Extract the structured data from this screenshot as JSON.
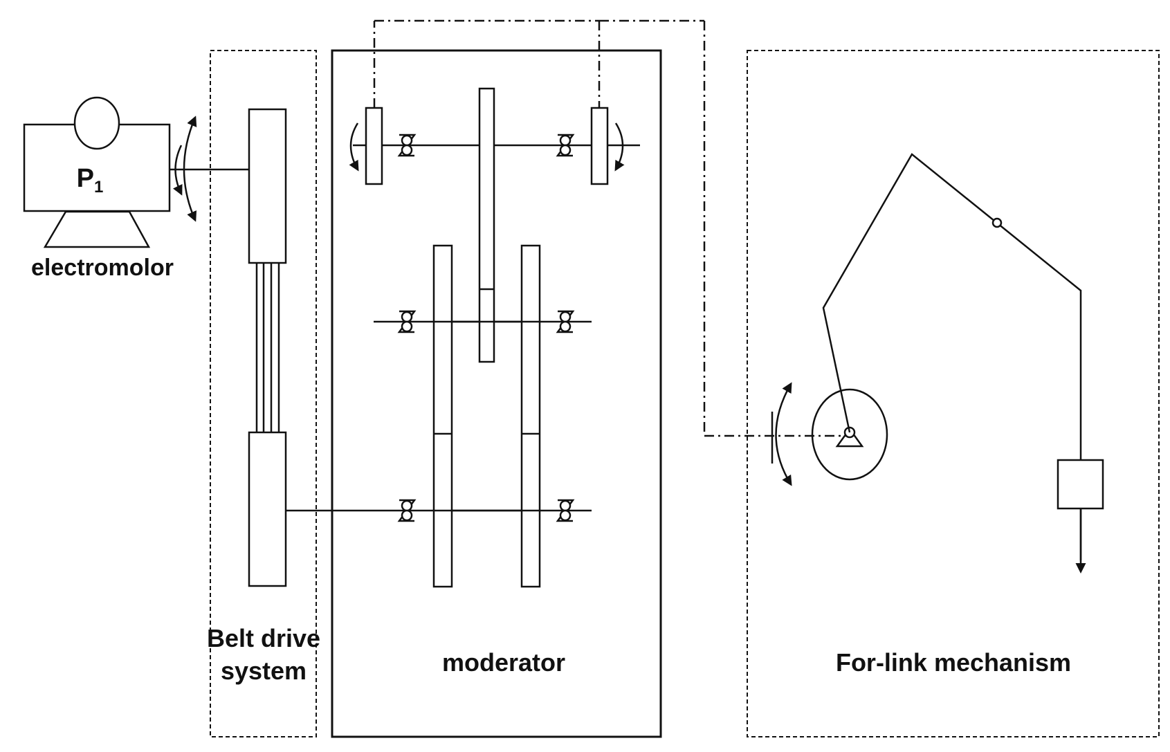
{
  "diagram": {
    "motor": {
      "symbol": "P",
      "subscript": "1",
      "label": "electromolor"
    },
    "belt_drive": {
      "label_line1": "Belt drive",
      "label_line2": "system"
    },
    "moderator": {
      "label": "moderator"
    },
    "four_link": {
      "label": "For-link mechanism"
    },
    "colors": {
      "stroke": "#111111",
      "background": "#ffffff"
    }
  }
}
